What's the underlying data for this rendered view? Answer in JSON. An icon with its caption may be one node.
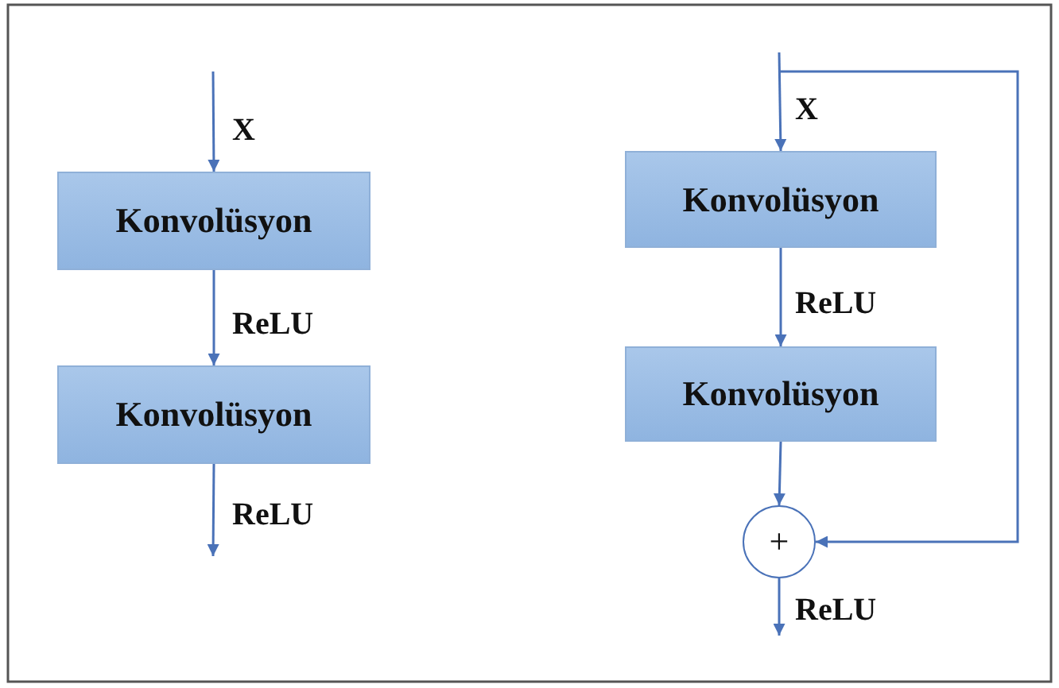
{
  "diagram": {
    "nodes": [
      {
        "text": [
          "Konvolüsyon"
        ]
      },
      {
        "text": [
          "Konvolüsyon"
        ]
      },
      {
        "text": [
          "Konvolüsyon"
        ]
      },
      {
        "text": [
          "Konvolüsyon"
        ]
      },
      {
        "text": [
          "+"
        ]
      }
    ],
    "edges": [
      {
        "from": null,
        "to": 0,
        "arrow": "to",
        "label": "X"
      },
      {
        "from": 0,
        "to": 1,
        "arrow": "to",
        "label": "ReLU"
      },
      {
        "from": 1,
        "to": null,
        "arrow": "to",
        "label": "ReLU"
      },
      {
        "from": null,
        "to": 2,
        "arrow": "to",
        "label": "X"
      },
      {
        "from": 2,
        "to": 3,
        "arrow": "to",
        "label": "ReLU"
      },
      {
        "from": 3,
        "to": 4,
        "arrow": "to"
      },
      {
        "from": null,
        "to": 4,
        "arrow": "to"
      },
      {
        "from": 4,
        "to": null,
        "arrow": "to",
        "label": "ReLU"
      }
    ]
  }
}
